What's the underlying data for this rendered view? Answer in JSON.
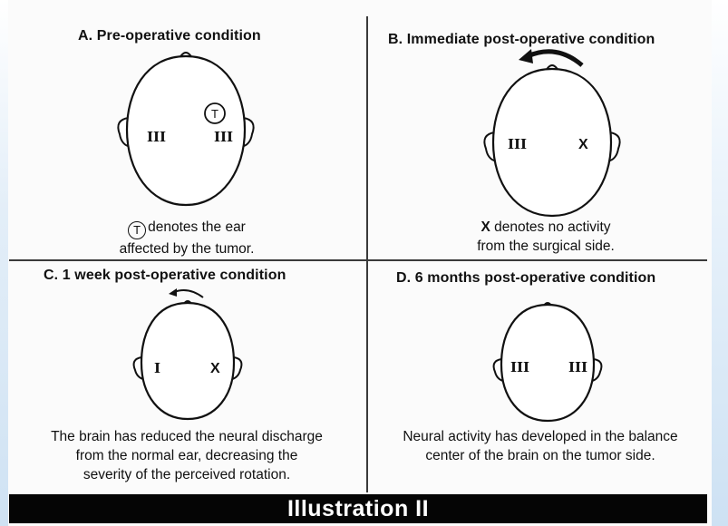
{
  "panels": {
    "a": {
      "title": "A. Pre-operative condition",
      "left_mark": "III",
      "right_mark": "III",
      "tumor_symbol": "T",
      "caption_symbol": "T",
      "caption_line1": "denotes the ear",
      "caption_line2": "affected by the tumor."
    },
    "b": {
      "title": "B. Immediate post-operative condition",
      "left_mark": "III",
      "right_mark": "X",
      "caption_bold": "X",
      "caption_line1": "denotes no activity",
      "caption_line2": "from the surgical side."
    },
    "c": {
      "title": "C. 1 week post-operative condition",
      "left_mark": "I",
      "right_mark": "X",
      "caption_line1": "The brain has reduced the neural discharge",
      "caption_line2": "from the normal ear, decreasing the",
      "caption_line3": "severity of the perceived rotation."
    },
    "d": {
      "title": "D. 6 months post-operative condition",
      "left_mark": "III",
      "right_mark": "III",
      "caption_line1": "Neural activity has developed in the balance",
      "caption_line2": "center of the brain on the tumor side."
    }
  },
  "footer": {
    "label": "Illustration II"
  },
  "colors": {
    "ink": "#111111",
    "background": "#fbfbfb",
    "footer_bg": "#050505",
    "footer_text": "#ffffff"
  },
  "icons": {
    "head": "head-top-view-icon",
    "rotation_arrow": "rotation-arrow-icon",
    "tumor_marker": "tumor-circle-icon"
  }
}
